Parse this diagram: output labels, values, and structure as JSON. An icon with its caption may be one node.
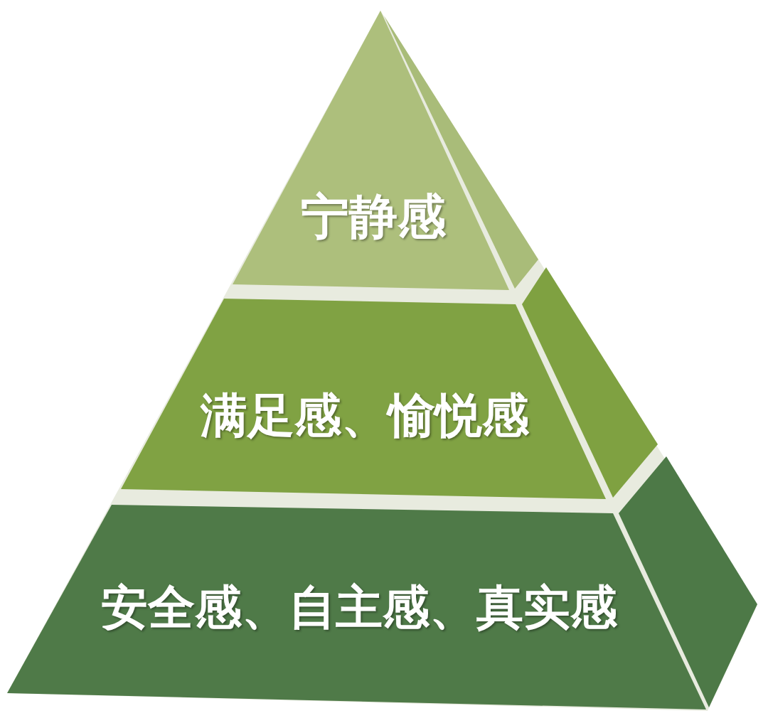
{
  "diagram": {
    "nodes": [
      {
        "text": [
          "宁静感"
        ]
      },
      {
        "text": [
          "满足感、愉悦感"
        ]
      },
      {
        "text": [
          "安全感、自主感、真实感"
        ]
      }
    ]
  }
}
